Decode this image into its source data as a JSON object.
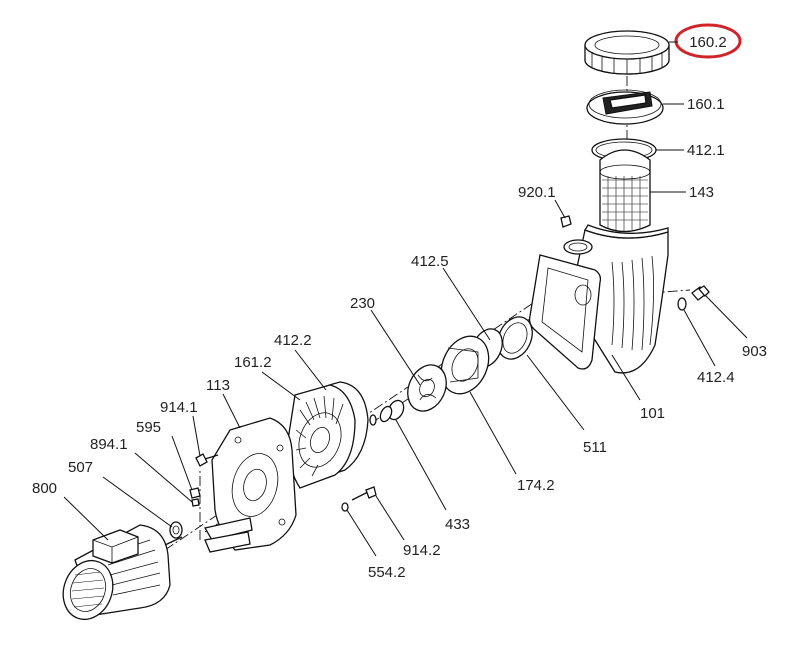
{
  "diagram": {
    "labels": {
      "l160_2": "160.2",
      "l160_1": "160.1",
      "l412_1": "412.1",
      "l143": "143",
      "l920_1": "920.1",
      "l412_5": "412.5",
      "l230": "230",
      "l412_2": "412.2",
      "l161_2": "161.2",
      "l113": "113",
      "l914_1": "914.1",
      "l595": "595",
      "l894_1": "894.1",
      "l507": "507",
      "l800": "800",
      "l903": "903",
      "l412_4": "412.4",
      "l101": "101",
      "l511": "511",
      "l174_2": "174.2",
      "l433": "433",
      "l914_2": "914.2",
      "l554_2": "554.2"
    },
    "highlight_color": "#d0232a"
  }
}
